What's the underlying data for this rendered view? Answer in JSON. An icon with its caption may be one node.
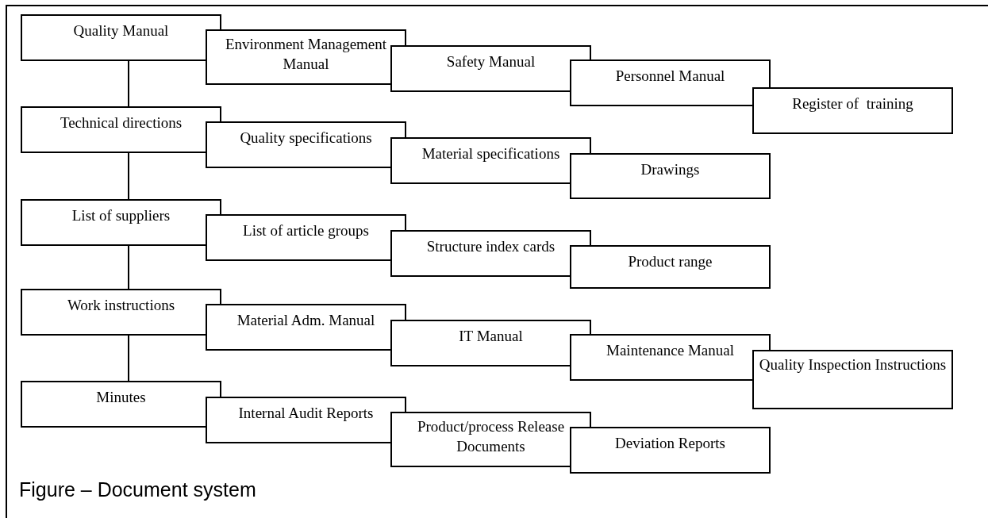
{
  "diagram": {
    "caption": "Figure – Document system",
    "nodes": [
      {
        "text": [
          "Quality Manual"
        ]
      },
      {
        "text": [
          "Environment Management Manual"
        ]
      },
      {
        "text": [
          "Safety Manual"
        ]
      },
      {
        "text": [
          "Personnel Manual"
        ]
      },
      {
        "text": [
          "Register of  training"
        ]
      },
      {
        "text": [
          "Technical directions"
        ]
      },
      {
        "text": [
          "Quality specifications"
        ]
      },
      {
        "text": [
          "Material specifications"
        ]
      },
      {
        "text": [
          "Drawings"
        ]
      },
      {
        "text": [
          "List of suppliers"
        ]
      },
      {
        "text": [
          "List of article groups"
        ]
      },
      {
        "text": [
          "Structure index cards"
        ]
      },
      {
        "text": [
          "Product range"
        ]
      },
      {
        "text": [
          "Work instructions"
        ]
      },
      {
        "text": [
          "Material Adm. Manual"
        ]
      },
      {
        "text": [
          "IT Manual"
        ]
      },
      {
        "text": [
          "Maintenance Manual"
        ]
      },
      {
        "text": [
          "Quality Inspection Instructions"
        ]
      },
      {
        "text": [
          "Minutes"
        ]
      },
      {
        "text": [
          "Internal Audit Reports"
        ]
      },
      {
        "text": [
          "Product/process Release Documents"
        ]
      },
      {
        "text": [
          "Deviation Reports"
        ]
      }
    ],
    "edges": [
      {
        "from": 0,
        "to": 5,
        "arrow": "none"
      },
      {
        "from": 5,
        "to": 9,
        "arrow": "none"
      },
      {
        "from": 9,
        "to": 13,
        "arrow": "none"
      },
      {
        "from": 13,
        "to": 18,
        "arrow": "none"
      }
    ]
  }
}
